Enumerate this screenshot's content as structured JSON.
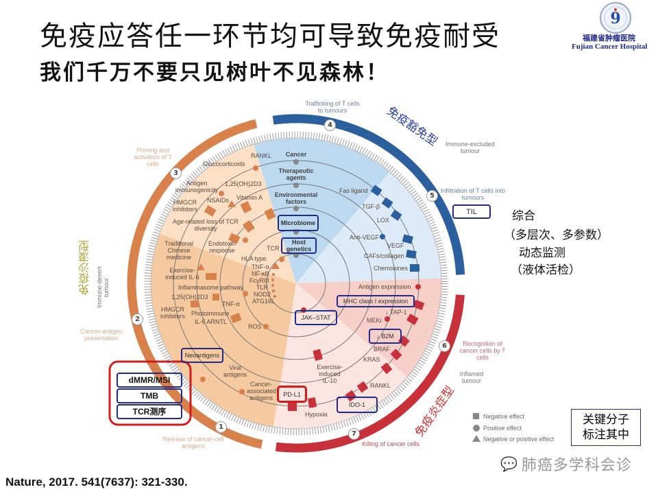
{
  "title": "免疫应答任一环节均可导致免疫耐受",
  "subtitle": "我们千万不要只见树叶不见森林！",
  "logo": {
    "name_cn": "福建省肿瘤医院",
    "name_en": "Fujian Cancer Hospital"
  },
  "citation": "Nature, 2017. 541(7637): 321-330.",
  "watermark": "肺癌多学科会诊",
  "right_notes": [
    "综合",
    "（多层次、多参数）",
    "动态监测",
    "（液体活检）"
  ],
  "key_box": [
    "关键分子",
    "标注其中"
  ],
  "biomarker_box": [
    "dMMR/MSI",
    "TMB",
    "TCR测序"
  ],
  "legend": [
    {
      "shape": "square",
      "label": "Negative effect"
    },
    {
      "shape": "circle",
      "label": "Positive effect"
    },
    {
      "shape": "triangle",
      "label": "Negative or positive effect"
    }
  ],
  "cycle_steps": {
    "1": {
      "num": "1",
      "label": "Release of cancer-cell antigens"
    },
    "2": {
      "num": "2",
      "label": "Cancer-antigen presentation"
    },
    "3": {
      "num": "3",
      "label": "Priming and activation of T cells"
    },
    "4": {
      "num": "4",
      "label": "Trafficking of T cells to tumours"
    },
    "5": {
      "num": "5",
      "label": "Infiltration of T cells into tumours"
    },
    "6": {
      "num": "6",
      "label": "Recognition of cancer cells by T cells"
    },
    "7": {
      "num": "7",
      "label": "Killing of cancer cells"
    }
  },
  "phenotypes": {
    "desert": {
      "cn": "免疫沙漠型",
      "en": "Immune-desert tumour"
    },
    "excluded": {
      "cn": "免疫豁免型",
      "en": "Immune-excluded tumour"
    },
    "inflamed": {
      "cn": "免疫炎症型",
      "en": "Inflamed tumour"
    }
  },
  "rings": [
    "Cancer",
    "Therapeutic agents",
    "Environmental factors",
    "Microbiome",
    "Host genetics"
  ],
  "excluded_factors": [
    "Fas ligand",
    "TGF-β",
    "LOX",
    "Anti-VEGF",
    "VEGF",
    "CAFs/collagen",
    "Chemokines",
    "TIL"
  ],
  "inflamed_factors": [
    "Antigen expression",
    "MHC class I expression",
    "↓ TAP-1",
    "MEKi",
    "↓ B2M",
    "BRAF",
    "KRAS",
    "RANKL",
    "IDO-1",
    "Exercise-induced IL-10",
    "Hypoxia",
    "PD-L1",
    "JAK–STAT"
  ],
  "desert_factors": [
    "RANKL",
    "Glucocorticoids",
    "1,25(OH)2D3",
    "Antigen immunogenicity",
    "NSAIDs",
    "Vitamin A",
    "HMGCR inhibitors",
    "Age-related loss of TCR diversity",
    "Traditional Chinese medicine",
    "Endotoxin response",
    "HLA type",
    "TCR",
    "Exercise-induced IL-6",
    "TNF-α",
    "NF-κB",
    "FcγRIII",
    "Inflammasome pathway",
    "TLR",
    "1,25(OH)2D3",
    "NOD2",
    "ATG16L",
    "TNF-α",
    "HMGCR inhibitors",
    "Photoimmune",
    "IL-6 ARNTL",
    "ROS",
    "Neoantigens",
    "Viral antigens",
    "Cancer-associated antigens"
  ],
  "colors": {
    "desert": "#d9814a",
    "excluded": "#2c5f9e",
    "inflamed": "#c8303a",
    "box": "#1f2a8a"
  }
}
